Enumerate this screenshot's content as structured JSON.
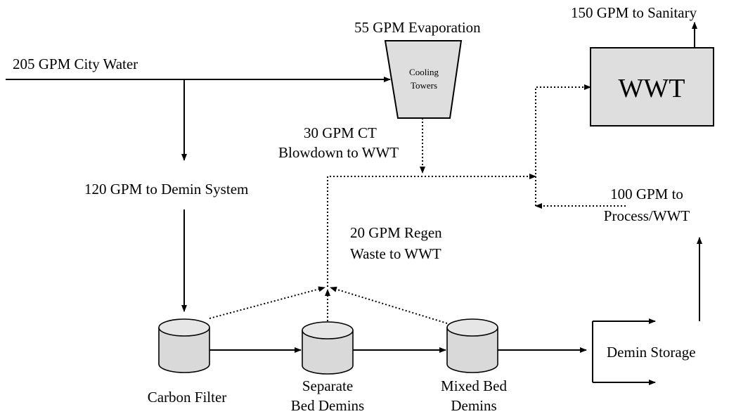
{
  "flows": {
    "city_water": "205 GPM City Water",
    "evaporation": "55 GPM Evaporation",
    "to_sanitary": "150 GPM to Sanitary",
    "ct_blowdown_line1": "30 GPM CT",
    "ct_blowdown_line2": "Blowdown to WWT",
    "to_demin": "120 GPM to Demin System",
    "to_process_line1": "100 GPM to",
    "to_process_line2": "Process/WWT",
    "regen_line1": "20 GPM Regen",
    "regen_line2": "Waste to WWT"
  },
  "units": {
    "cooling_towers_line1": "Cooling",
    "cooling_towers_line2": "Towers",
    "wwt": "WWT",
    "carbon_filter": "Carbon Filter",
    "separate_bed_line1": "Separate",
    "separate_bed_line2": "Bed Demins",
    "mixed_bed_line1": "Mixed Bed",
    "mixed_bed_line2": "Demins",
    "demin_storage": "Demin Storage"
  }
}
